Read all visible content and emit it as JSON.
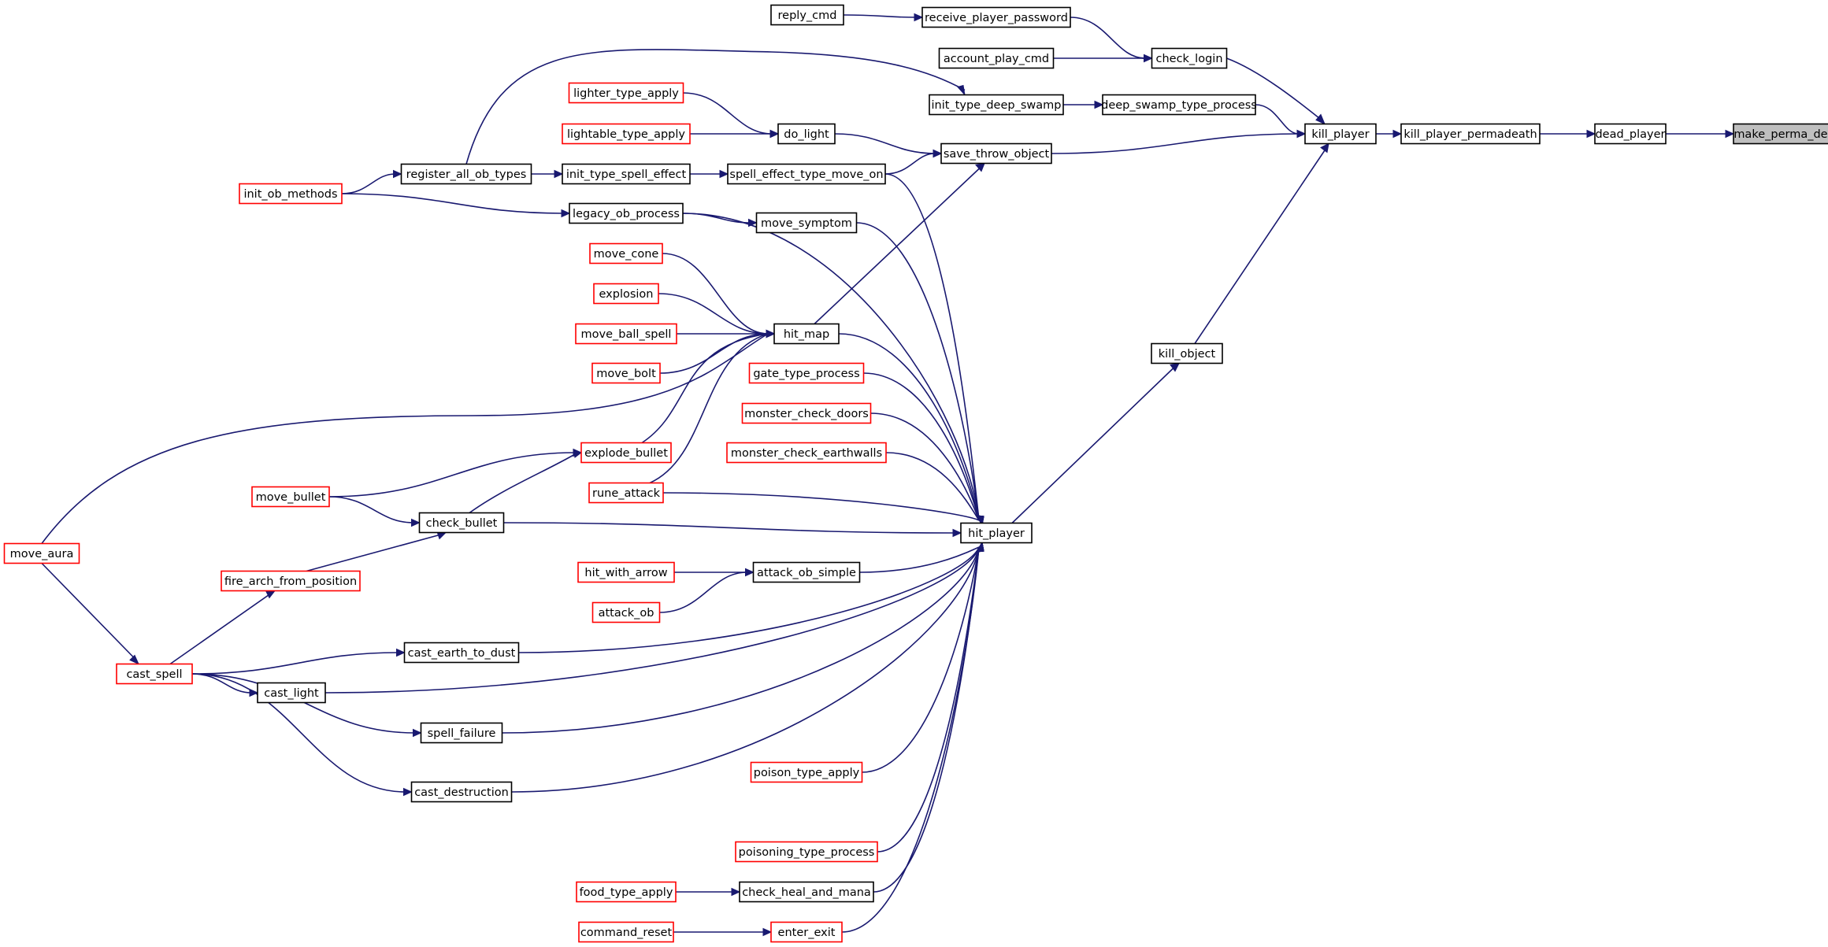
{
  "graph": {
    "colors": {
      "edge": "#191970",
      "node_border": "#000000",
      "truncated_border": "#ff0000",
      "root_fill": "#bfbfbf"
    },
    "nodes": {
      "make_perma_dead": "make_perma_dead",
      "dead_player": "dead_player",
      "kill_player_permadeath": "kill_player_permadeath",
      "kill_player": "kill_player",
      "check_login": "check_login",
      "receive_player_password": "receive_player_password",
      "reply_cmd": "reply_cmd",
      "account_play_cmd": "account_play_cmd",
      "deep_swamp_type_process": "deep_swamp_type_process",
      "init_type_deep_swamp": "init_type_deep_swamp",
      "save_throw_object": "save_throw_object",
      "kill_object": "kill_object",
      "hit_player": "hit_player",
      "do_light": "do_light",
      "lighter_type_apply": "lighter_type_apply",
      "lightable_type_apply": "lightable_type_apply",
      "spell_effect_type_move_on": "spell_effect_type_move_on",
      "init_type_spell_effect": "init_type_spell_effect",
      "register_all_ob_types": "register_all_ob_types",
      "init_ob_methods": "init_ob_methods",
      "legacy_ob_process": "legacy_ob_process",
      "move_symptom": "move_symptom",
      "hit_map": "hit_map",
      "move_cone": "move_cone",
      "explosion": "explosion",
      "move_ball_spell": "move_ball_spell",
      "move_bolt": "move_bolt",
      "gate_type_process": "gate_type_process",
      "monster_check_doors": "monster_check_doors",
      "monster_check_earthwalls": "monster_check_earthwalls",
      "explode_bullet": "explode_bullet",
      "rune_attack": "rune_attack",
      "move_bullet": "move_bullet",
      "check_bullet": "check_bullet",
      "move_aura": "move_aura",
      "fire_arch_from_position": "fire_arch_from_position",
      "hit_with_arrow": "hit_with_arrow",
      "attack_ob_simple": "attack_ob_simple",
      "attack_ob": "attack_ob",
      "cast_spell": "cast_spell",
      "cast_earth_to_dust": "cast_earth_to_dust",
      "cast_light": "cast_light",
      "spell_failure": "spell_failure",
      "cast_destruction": "cast_destruction",
      "poison_type_apply": "poison_type_apply",
      "poisoning_type_process": "poisoning_type_process",
      "food_type_apply": "food_type_apply",
      "check_heal_and_mana": "check_heal_and_mana",
      "command_reset": "command_reset",
      "enter_exit": "enter_exit"
    },
    "truncated_nodes": [
      "lighter_type_apply",
      "lightable_type_apply",
      "init_ob_methods",
      "move_cone",
      "explosion",
      "move_ball_spell",
      "move_bolt",
      "gate_type_process",
      "monster_check_doors",
      "monster_check_earthwalls",
      "explode_bullet",
      "rune_attack",
      "move_bullet",
      "move_aura",
      "fire_arch_from_position",
      "hit_with_arrow",
      "attack_ob",
      "cast_spell",
      "poison_type_apply",
      "poisoning_type_process",
      "food_type_apply",
      "command_reset",
      "enter_exit"
    ],
    "root_node": "make_perma_dead",
    "edges": [
      [
        "dead_player",
        "make_perma_dead"
      ],
      [
        "kill_player_permadeath",
        "dead_player"
      ],
      [
        "kill_player",
        "kill_player_permadeath"
      ],
      [
        "check_login",
        "kill_player"
      ],
      [
        "deep_swamp_type_process",
        "kill_player"
      ],
      [
        "save_throw_object",
        "kill_player"
      ],
      [
        "kill_object",
        "kill_player"
      ],
      [
        "receive_player_password",
        "check_login"
      ],
      [
        "account_play_cmd",
        "check_login"
      ],
      [
        "reply_cmd",
        "receive_player_password"
      ],
      [
        "init_type_deep_swamp",
        "deep_swamp_type_process"
      ],
      [
        "register_all_ob_types",
        "init_type_deep_swamp"
      ],
      [
        "do_light",
        "save_throw_object"
      ],
      [
        "spell_effect_type_move_on",
        "save_throw_object"
      ],
      [
        "hit_map",
        "save_throw_object"
      ],
      [
        "lighter_type_apply",
        "do_light"
      ],
      [
        "lightable_type_apply",
        "do_light"
      ],
      [
        "init_type_spell_effect",
        "spell_effect_type_move_on"
      ],
      [
        "register_all_ob_types",
        "init_type_spell_effect"
      ],
      [
        "init_ob_methods",
        "register_all_ob_types"
      ],
      [
        "init_ob_methods",
        "legacy_ob_process"
      ],
      [
        "legacy_ob_process",
        "move_symptom"
      ],
      [
        "hit_player",
        "kill_object"
      ],
      [
        "spell_effect_type_move_on",
        "hit_player"
      ],
      [
        "legacy_ob_process",
        "hit_player"
      ],
      [
        "move_symptom",
        "hit_player"
      ],
      [
        "hit_map",
        "hit_player"
      ],
      [
        "gate_type_process",
        "hit_player"
      ],
      [
        "monster_check_doors",
        "hit_player"
      ],
      [
        "monster_check_earthwalls",
        "hit_player"
      ],
      [
        "rune_attack",
        "hit_player"
      ],
      [
        "check_bullet",
        "hit_player"
      ],
      [
        "attack_ob_simple",
        "hit_player"
      ],
      [
        "cast_earth_to_dust",
        "hit_player"
      ],
      [
        "cast_light",
        "hit_player"
      ],
      [
        "spell_failure",
        "hit_player"
      ],
      [
        "cast_destruction",
        "hit_player"
      ],
      [
        "poison_type_apply",
        "hit_player"
      ],
      [
        "poisoning_type_process",
        "hit_player"
      ],
      [
        "check_heal_and_mana",
        "hit_player"
      ],
      [
        "enter_exit",
        "hit_player"
      ],
      [
        "move_cone",
        "hit_map"
      ],
      [
        "explosion",
        "hit_map"
      ],
      [
        "move_ball_spell",
        "hit_map"
      ],
      [
        "move_bolt",
        "hit_map"
      ],
      [
        "move_aura",
        "hit_map"
      ],
      [
        "explode_bullet",
        "hit_map"
      ],
      [
        "rune_attack",
        "hit_map"
      ],
      [
        "move_bullet",
        "explode_bullet"
      ],
      [
        "check_bullet",
        "explode_bullet"
      ],
      [
        "move_bullet",
        "check_bullet"
      ],
      [
        "fire_arch_from_position",
        "check_bullet"
      ],
      [
        "cast_spell",
        "fire_arch_from_position"
      ],
      [
        "move_aura",
        "cast_spell"
      ],
      [
        "hit_with_arrow",
        "attack_ob_simple"
      ],
      [
        "attack_ob",
        "attack_ob_simple"
      ],
      [
        "cast_spell",
        "cast_earth_to_dust"
      ],
      [
        "cast_spell",
        "cast_light"
      ],
      [
        "cast_spell",
        "spell_failure"
      ],
      [
        "cast_spell",
        "cast_destruction"
      ],
      [
        "food_type_apply",
        "check_heal_and_mana"
      ],
      [
        "command_reset",
        "enter_exit"
      ]
    ]
  }
}
